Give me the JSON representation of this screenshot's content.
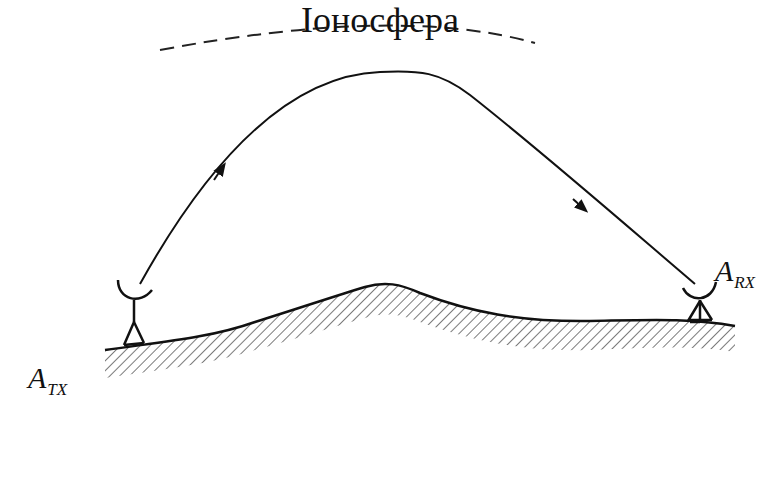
{
  "diagram": {
    "labels": [
      "Іоносфера",
      "A",
      "TX",
      "A",
      "RX"
    ]
  }
}
